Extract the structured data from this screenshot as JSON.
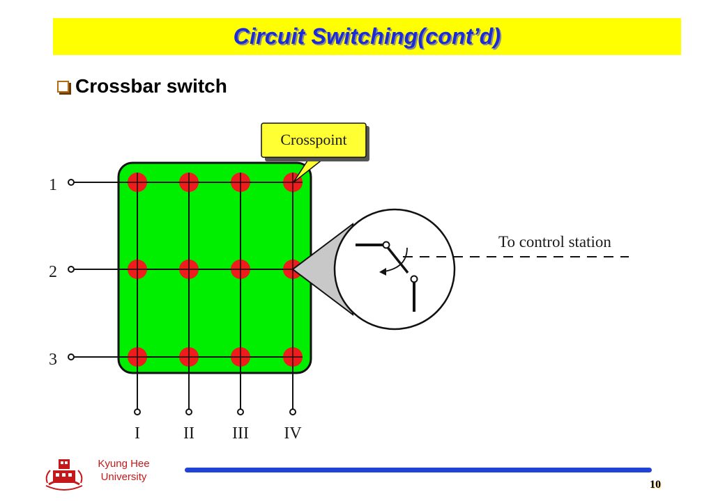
{
  "slide": {
    "title": "Circuit Switching(cont’d)",
    "bullet": "Crossbar switch",
    "page_number": "10"
  },
  "footer": {
    "university_line1": "Kyung Hee",
    "university_line2": "University"
  },
  "diagram": {
    "callout_label": "Crosspoint",
    "control_label": "To control station",
    "row_labels": [
      "1",
      "2",
      "3"
    ],
    "column_labels": [
      "I",
      "II",
      "III",
      "IV"
    ]
  },
  "colors": {
    "title_background": "#ffff00",
    "title_text": "#1b2bd6",
    "switch_fill": "#00ee00",
    "crosspoint": "#ee1c1c",
    "callout_fill": "#ffff33",
    "zoom_cone": "#c8c8c8",
    "footer_line": "#1f43d6",
    "university_text": "#c4181b"
  }
}
